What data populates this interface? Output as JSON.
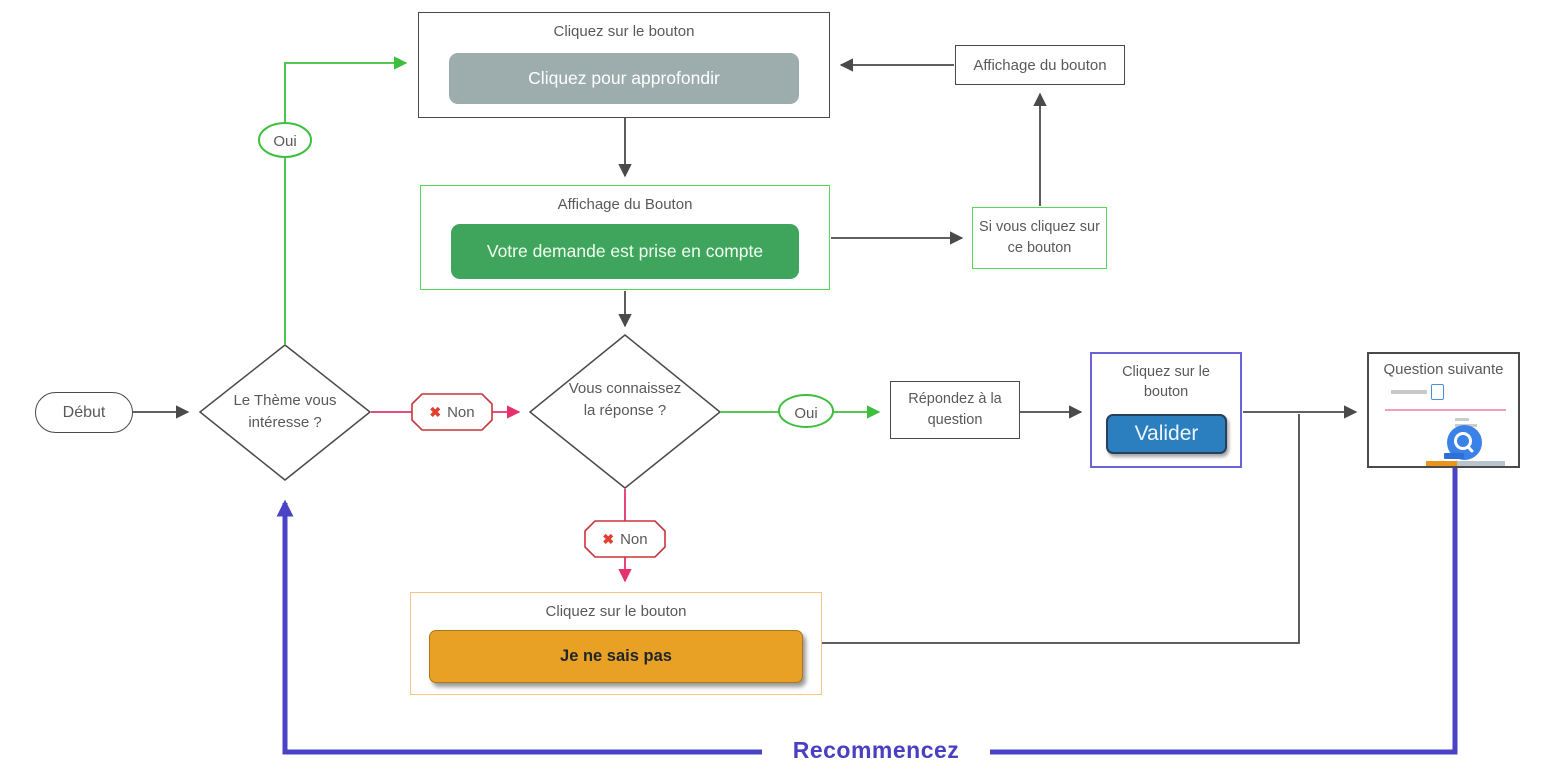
{
  "colors": {
    "line": "#4a4a4a",
    "green_line": "#3dbf3d",
    "green_border": "#55d955",
    "pink_line": "#e6316e",
    "red_badge_border": "#c9353c",
    "blue_loop": "#4a43c5",
    "purple_border": "#6b63d6",
    "gray_button": "#9dacac",
    "green_button": "#3fa45c",
    "blue_button": "#2b7fbe",
    "orange_button": "#e8a125",
    "orange_border": "#f2cb7e",
    "text": "#595959"
  },
  "nodes": {
    "top_box": {
      "label": "Cliquez sur le bouton",
      "button_label": "Cliquez pour approfondir"
    },
    "display_top": {
      "label": "Affichage du bouton"
    },
    "display_green": {
      "label": "Affichage du Bouton",
      "button_label": "Votre demande est prise en compte"
    },
    "if_click": {
      "label": "Si vous cliquez sur ce bouton"
    },
    "start": {
      "label": "Début"
    },
    "q_theme": {
      "label": "Le Thème vous intéresse ?"
    },
    "q_answer": {
      "label": "Vous connaissez la réponse ?"
    },
    "yes1": {
      "label": "Oui"
    },
    "yes2": {
      "label": "Oui"
    },
    "no1": {
      "label": "Non",
      "icon": "✖"
    },
    "no2": {
      "label": "Non",
      "icon": "✖"
    },
    "answer": {
      "label": "Répondez à la question"
    },
    "validate": {
      "label": "Cliquez sur le bouton",
      "button_label": "Valider"
    },
    "next_question": {
      "label": "Question suivante"
    },
    "dont_know": {
      "label": "Cliquez sur le bouton",
      "button_label": "Je ne sais pas"
    },
    "restart": {
      "label": "Recommencez"
    }
  }
}
